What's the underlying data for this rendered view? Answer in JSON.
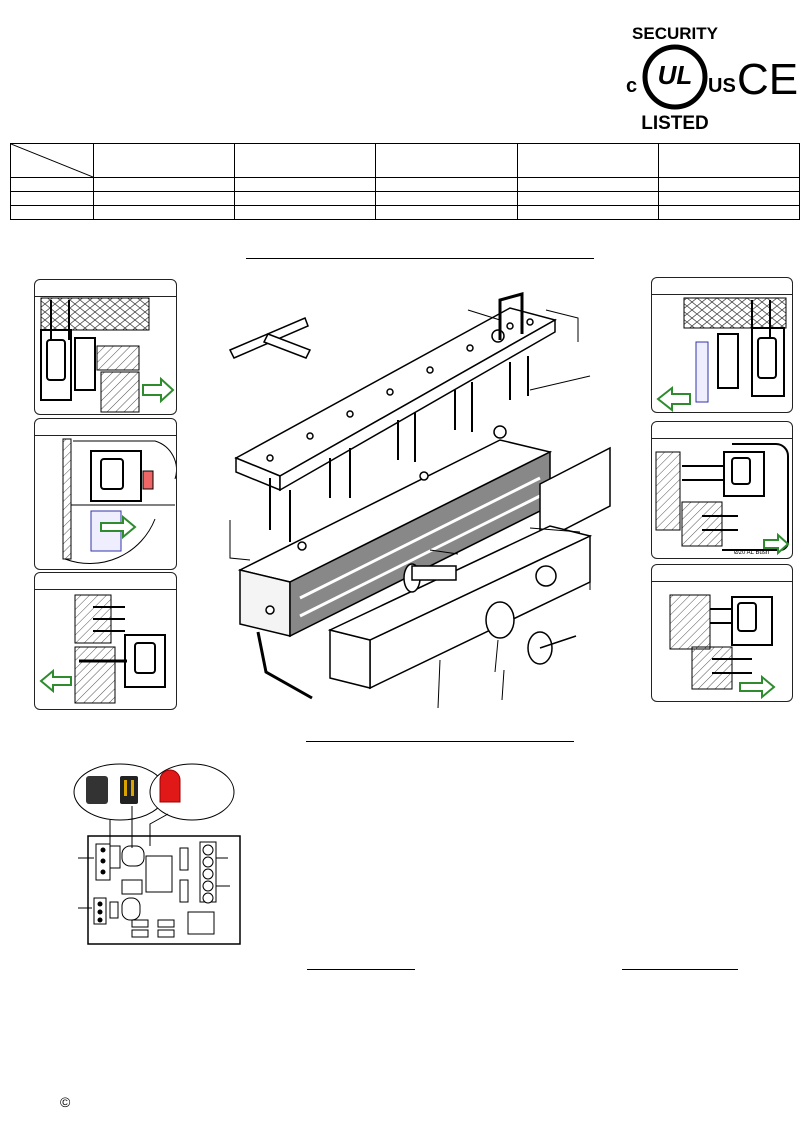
{
  "certification": {
    "line1": "SECURITY",
    "c_mark": "c",
    "ul_mark": "UL",
    "us_mark": "US",
    "ce_mark": "CE",
    "line2": "LISTED"
  },
  "spec_table": {
    "columns": 6,
    "rows": 3
  },
  "wall_detail": {
    "bushing_note": "Ø20 AL Bush"
  },
  "footer": {
    "copyright_symbol": "©"
  },
  "colors": {
    "arrow_green": "#2e8b2e",
    "led_red": "#e01818",
    "hatch": "#555555"
  }
}
